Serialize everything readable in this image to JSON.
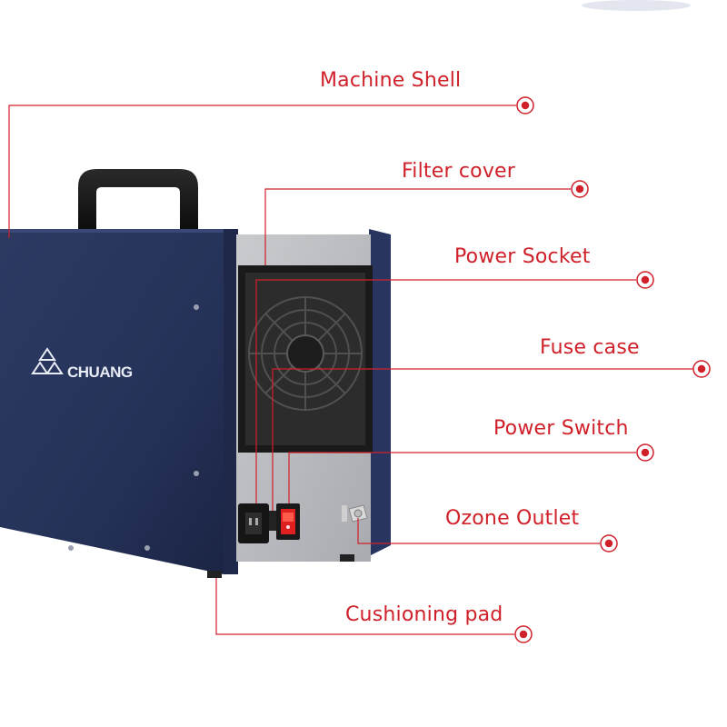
{
  "brand": {
    "name": "CHUANG",
    "logo_icon": "diamond-triangle-logo-icon"
  },
  "accent_color": "#d0202a",
  "callouts": [
    {
      "id": "machine-shell",
      "label": "Machine Shell"
    },
    {
      "id": "filter-cover",
      "label": "Filter cover"
    },
    {
      "id": "power-socket",
      "label": "Power Socket"
    },
    {
      "id": "fuse-case",
      "label": "Fuse case"
    },
    {
      "id": "power-switch",
      "label": "Power Switch"
    },
    {
      "id": "ozone-outlet",
      "label": "Ozone Outlet"
    },
    {
      "id": "cushioning-pad",
      "label": "Cushioning pad"
    }
  ]
}
